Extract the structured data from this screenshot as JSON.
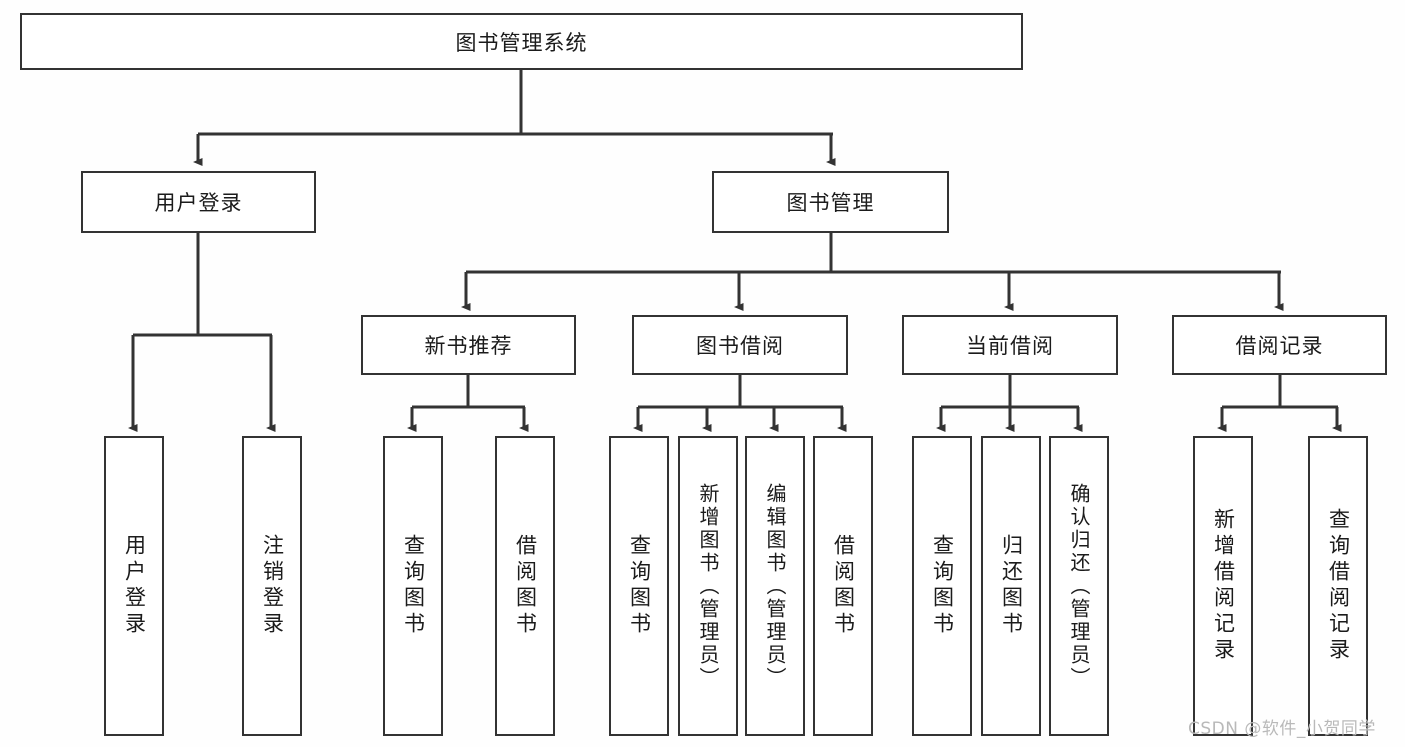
{
  "diagram": {
    "title": "图书管理系统",
    "type": "function-hierarchy-tree",
    "levels": 4,
    "root": {
      "id": "root",
      "label": "图书管理系统"
    },
    "level2": [
      {
        "id": "user-login",
        "label": "用户登录"
      },
      {
        "id": "book-manage",
        "label": "图书管理"
      }
    ],
    "level3": [
      {
        "id": "new-book-recommend",
        "label": "新书推荐",
        "parent": "book-manage"
      },
      {
        "id": "book-borrow",
        "label": "图书借阅",
        "parent": "book-manage"
      },
      {
        "id": "current-borrow",
        "label": "当前借阅",
        "parent": "book-manage"
      },
      {
        "id": "borrow-record",
        "label": "借阅记录",
        "parent": "book-manage"
      }
    ],
    "leaves": {
      "user-login": [
        {
          "id": "leaf-user-login",
          "label": "用户登录"
        },
        {
          "id": "leaf-user-logout",
          "label": "注销登录"
        }
      ],
      "new-book-recommend": [
        {
          "id": "leaf-query-book-1",
          "label": "查询图书"
        },
        {
          "id": "leaf-borrow-book-1",
          "label": "借阅图书"
        }
      ],
      "book-borrow": [
        {
          "id": "leaf-query-book-2",
          "label": "查询图书"
        },
        {
          "id": "leaf-add-book",
          "label": "新增图书（管理员）"
        },
        {
          "id": "leaf-edit-book",
          "label": "编辑图书（管理员）"
        },
        {
          "id": "leaf-borrow-book-2",
          "label": "借阅图书"
        }
      ],
      "current-borrow": [
        {
          "id": "leaf-query-book-3",
          "label": "查询图书"
        },
        {
          "id": "leaf-return-book",
          "label": "归还图书"
        },
        {
          "id": "leaf-confirm-return",
          "label": "确认归还（管理员）"
        }
      ],
      "borrow-record": [
        {
          "id": "leaf-add-record",
          "label": "新增借阅记录"
        },
        {
          "id": "leaf-query-record",
          "label": "查询借阅记录"
        }
      ]
    }
  },
  "watermark": {
    "text": "CSDN @软件_小贺同学"
  },
  "colors": {
    "stroke": "#333333",
    "node_fill": "#ffffff",
    "text": "#1b1b1b",
    "background": "#fefefe",
    "watermark": "#b9b9b9"
  }
}
